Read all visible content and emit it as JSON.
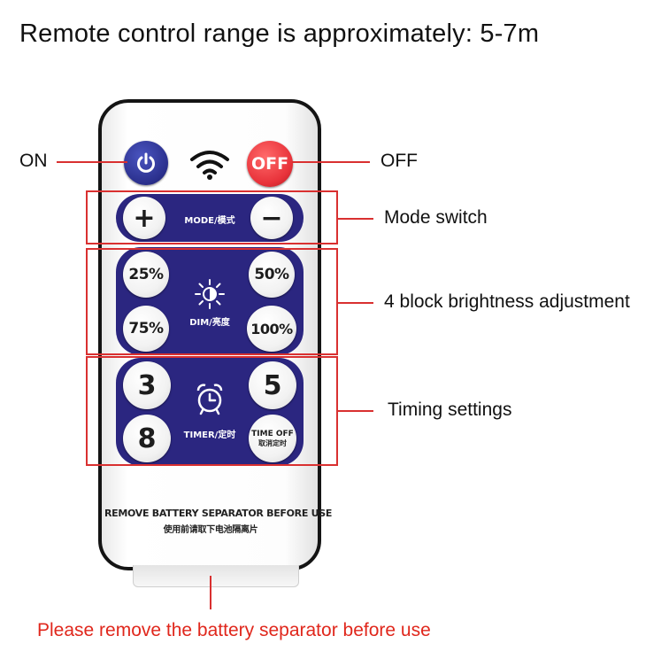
{
  "headline": "Remote control range is approximately: 5-7m",
  "callouts": {
    "on": "ON",
    "off": "OFF",
    "mode": "Mode switch",
    "brightness": "4 block brightness adjustment",
    "timing": "Timing settings"
  },
  "remote": {
    "power_icon": "power-icon",
    "wifi_icon": "wifi-icon",
    "off_button": "OFF",
    "mode": {
      "plus": "+",
      "minus": "−",
      "label": "MODE/模式"
    },
    "dim": {
      "p25": "25%",
      "p50": "50%",
      "p75": "75%",
      "p100": "100%",
      "label": "DIM/亮度",
      "icon": "sun-icon"
    },
    "timer": {
      "t3": "3",
      "t5": "5",
      "t8": "8",
      "time_off_en": "TIME OFF",
      "time_off_cn": "取消定时",
      "label": "TIMER/定时",
      "icon": "alarm-clock-icon"
    },
    "note_en": "REMOVE BATTERY SEPARATOR BEFORE USE",
    "note_cn": "使用前请取下电池隔离片"
  },
  "footer": "Please remove the battery separator before use",
  "colors": {
    "accent_red": "#d93030",
    "pad_blue": "#2b2680",
    "off_red": "#e8323a",
    "power_blue": "#2a2f8c"
  }
}
